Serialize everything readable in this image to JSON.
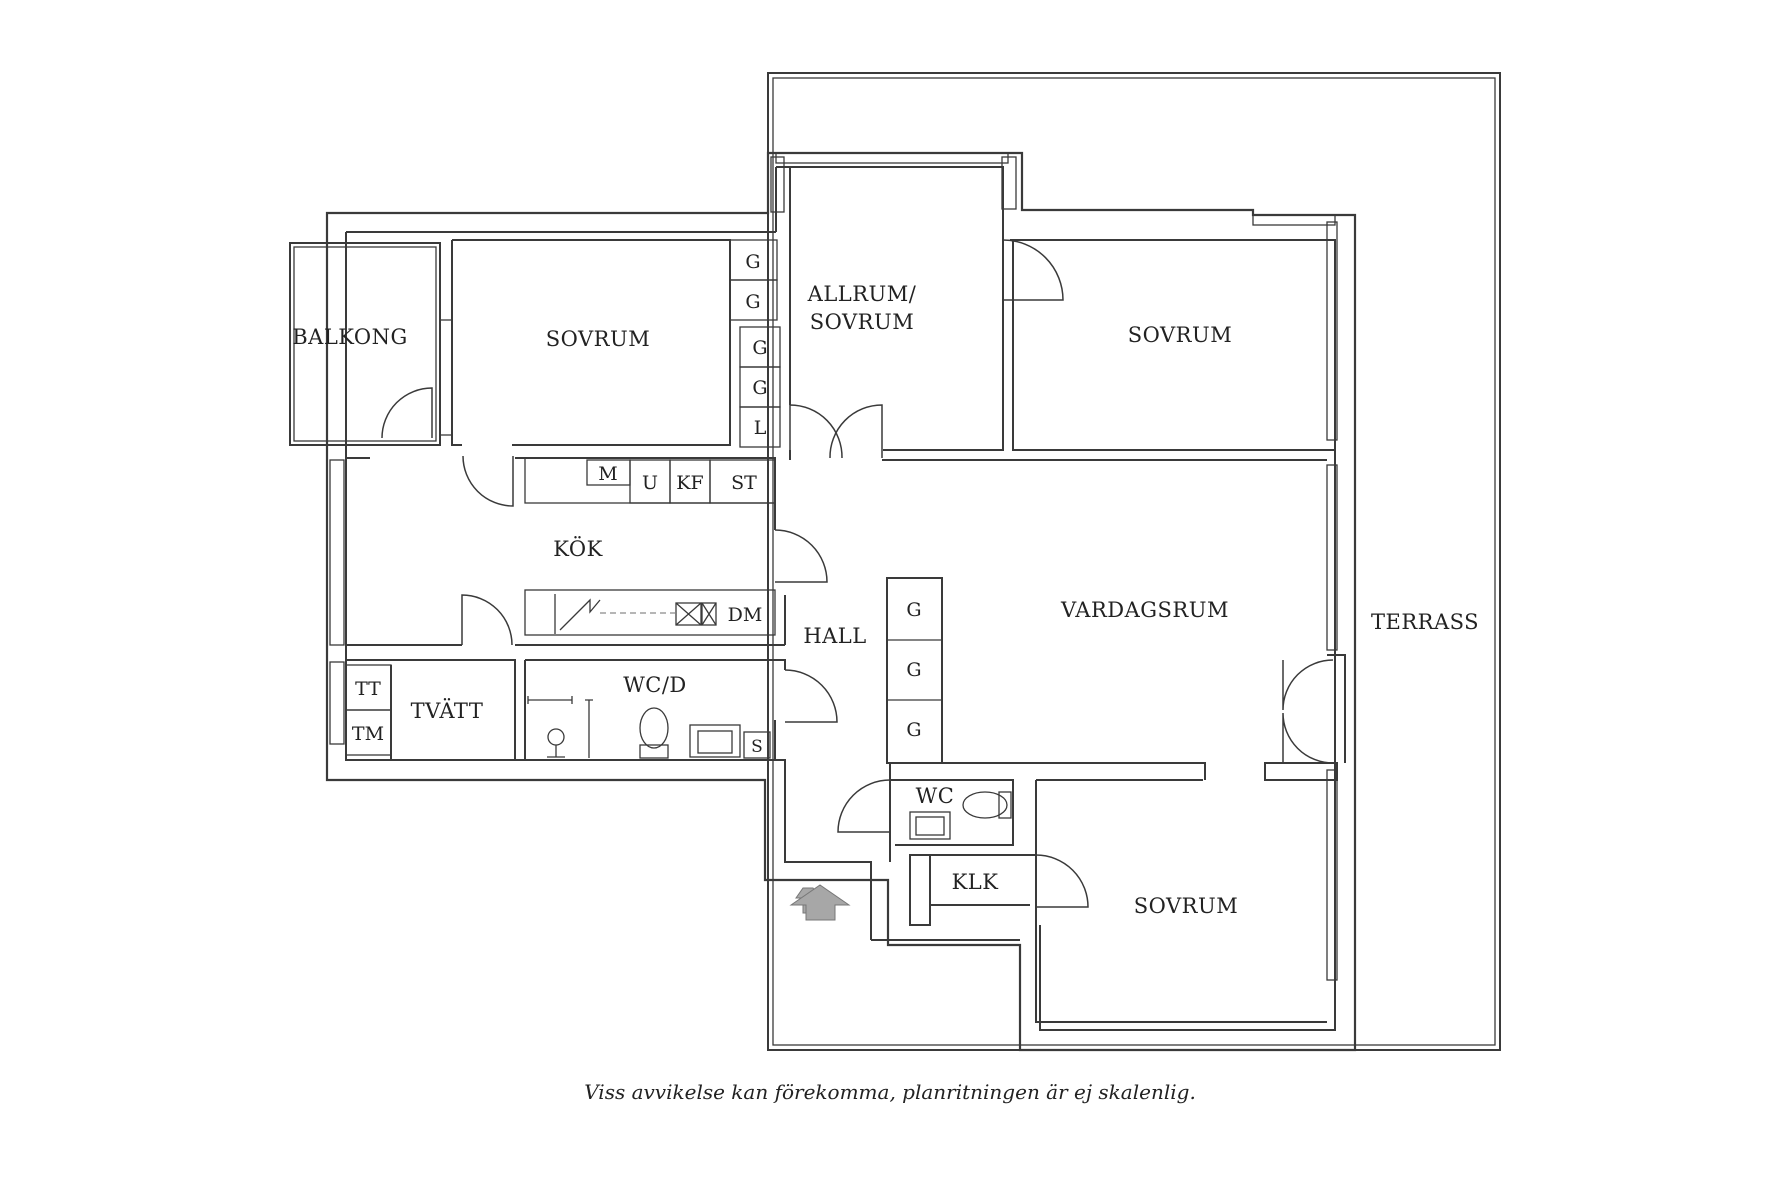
{
  "rooms": {
    "balkong": "BALKONG",
    "sovrum_left": "SOVRUM",
    "allrum_line1": "ALLRUM/",
    "allrum_line2": "SOVRUM",
    "sovrum_right": "SOVRUM",
    "kok": "KÖK",
    "hall": "HALL",
    "vardagsrum": "VARDAGSRUM",
    "terrass": "TERRASS",
    "tvatt": "TVÄTT",
    "wcd": "WC/D",
    "wc": "WC",
    "klk": "KLK",
    "sovrum_bottom": "SOVRUM"
  },
  "fixtures": {
    "wardrobe_g1": "G",
    "wardrobe_g2": "G",
    "wardrobe_g3": "G",
    "wardrobe_g4": "G",
    "linen_l": "L",
    "microwave_m": "M",
    "oven_u": "U",
    "fridge_freezer_kf": "KF",
    "storage_st": "ST",
    "dishwasher_dm": "DM",
    "dryer_tt": "TT",
    "washer_tm": "TM",
    "cabinet_s": "S",
    "hall_g1": "G",
    "hall_g2": "G",
    "hall_g3": "G"
  },
  "caption": "Viss avvikelse kan förekomma, planritningen är ej skalenlig.",
  "colors": {
    "wall": "#3a3a3a",
    "entrance_arrow": "#a7a7a7"
  }
}
